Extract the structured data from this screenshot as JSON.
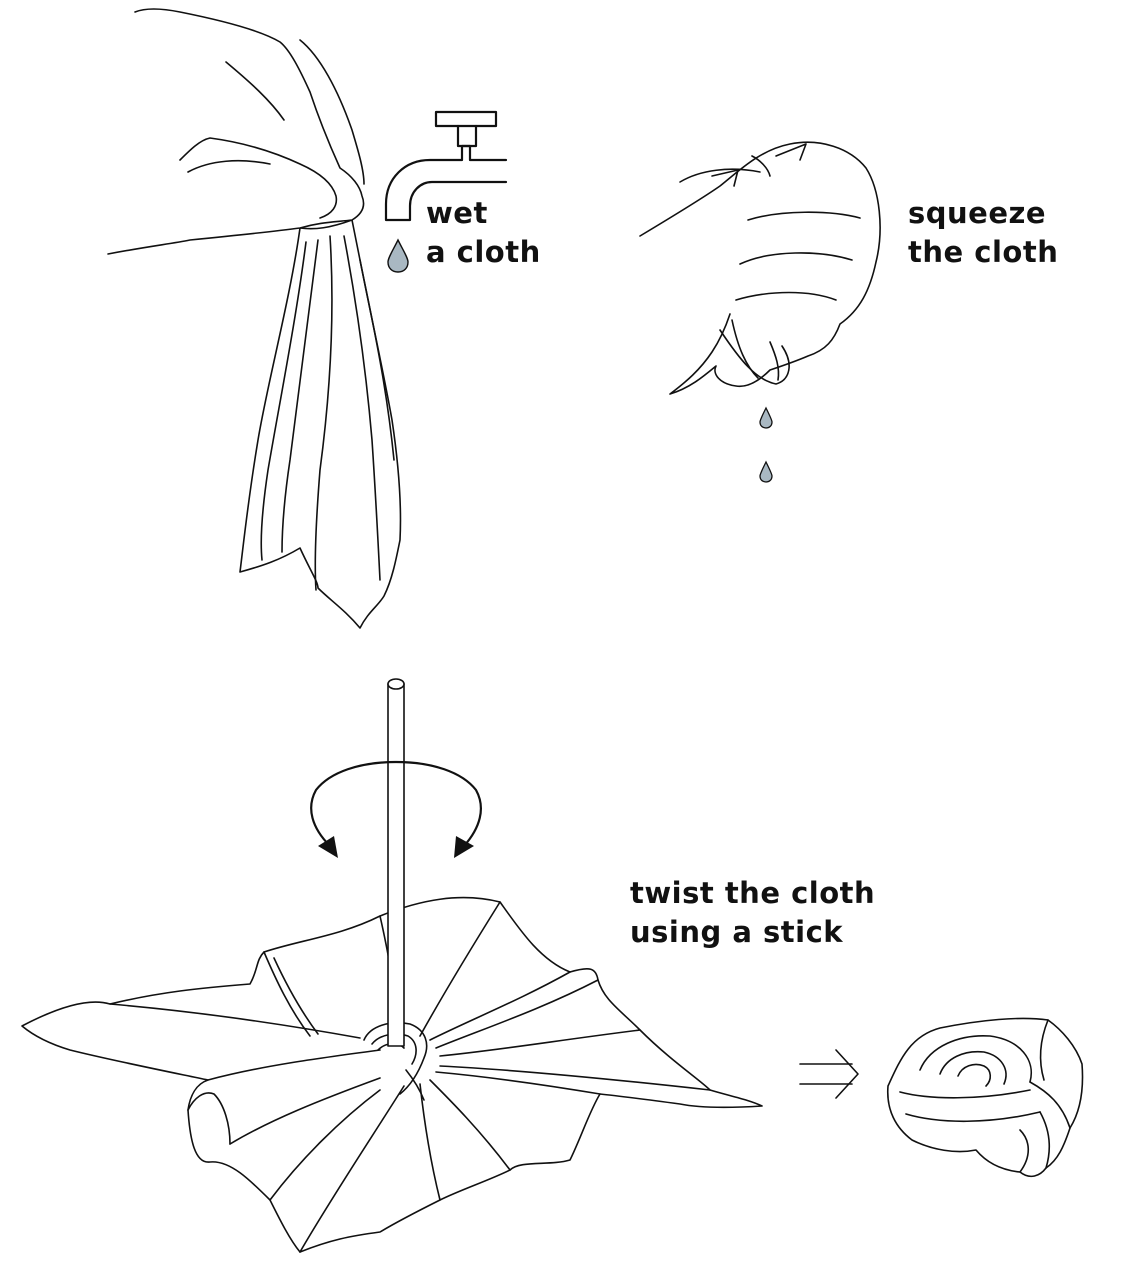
{
  "steps": [
    {
      "id": "wet",
      "lines": [
        "wet",
        "a cloth"
      ]
    },
    {
      "id": "squeeze",
      "lines": [
        "squeeze",
        "the cloth"
      ]
    },
    {
      "id": "twist",
      "lines": [
        "twist the cloth",
        "using a stick"
      ]
    }
  ],
  "icons": {
    "faucet": "faucet-icon",
    "drop": "water-drop-icon",
    "rotate": "rotate-arrows-icon",
    "result": "double-arrow-right-icon"
  },
  "colors": {
    "ink": "#111111",
    "water": "#a9b8c2"
  }
}
